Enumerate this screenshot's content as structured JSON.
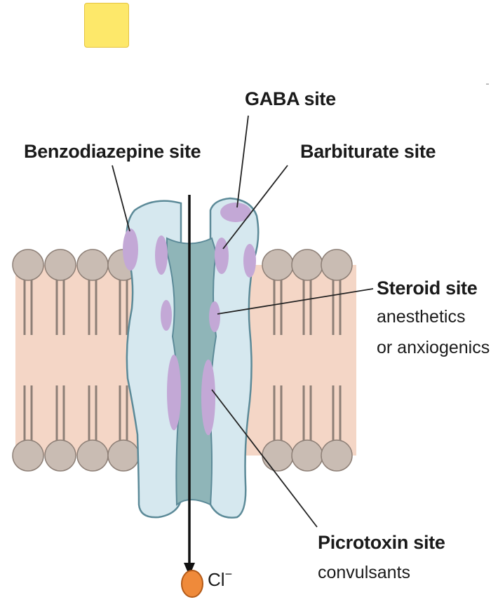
{
  "labels": {
    "gaba": "GABA site",
    "benzodiazepine": "Benzodiazepine site",
    "barbiturate": "Barbiturate site",
    "steroid": "Steroid site",
    "steroid_sub1": "anesthetics",
    "steroid_sub2": "or anxiogenics",
    "picrotoxin": "Picrotoxin site",
    "picrotoxin_sub": "convulsants",
    "ion": "Cl",
    "ion_charge": "−"
  },
  "colors": {
    "membrane_band": "#f4d6c6",
    "lipid_head": "#c9bcb3",
    "lipid_stroke": "#8d7f76",
    "channel_outer": "#d6e8ef",
    "channel_stroke": "#5c8a98",
    "channel_pore": "#8fb5b8",
    "binding_site": "#c3a8d6",
    "ion_fill": "#ef8a3a",
    "swatch": "#fde86a"
  }
}
